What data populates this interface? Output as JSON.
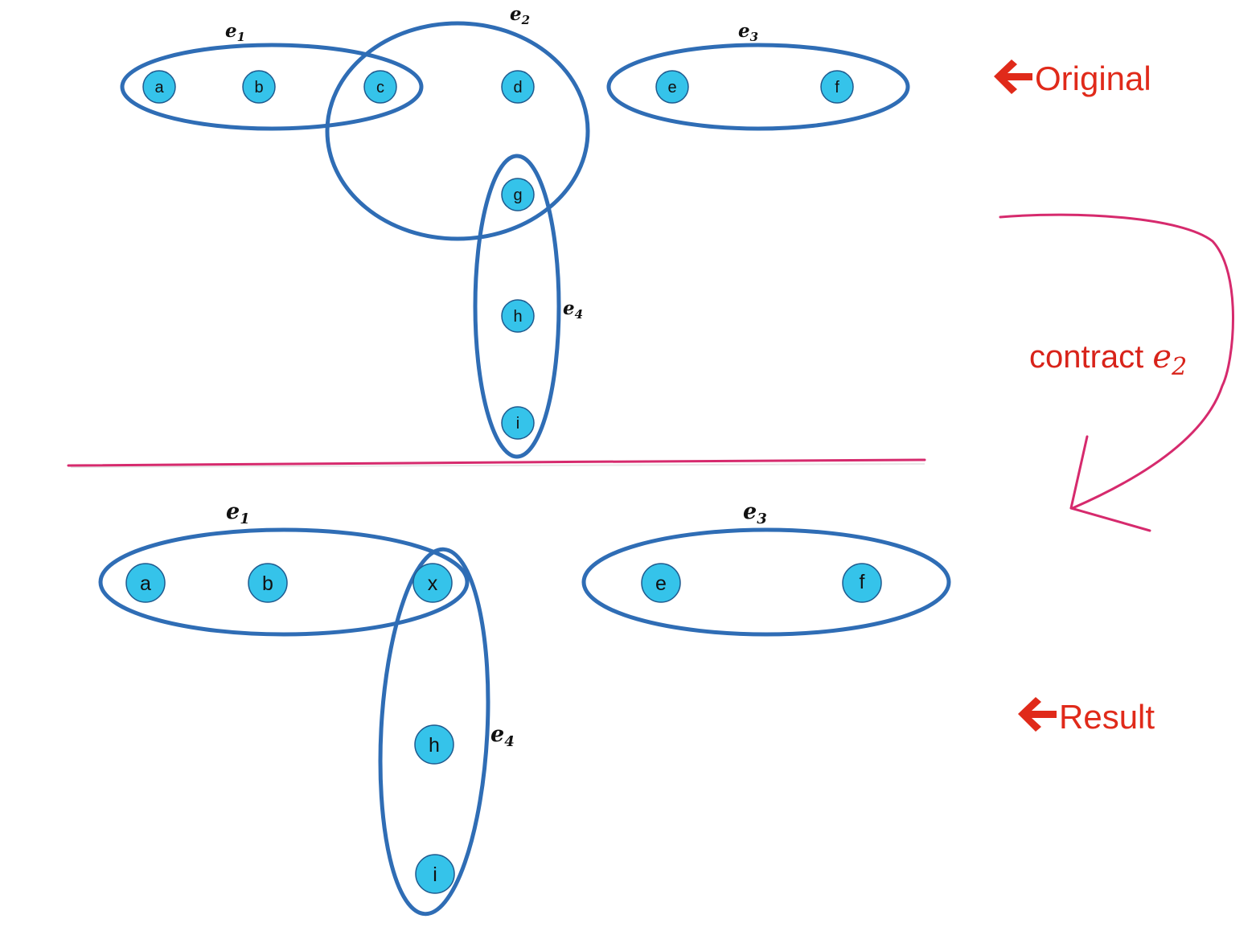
{
  "original": {
    "label": "Original",
    "arrow_icon": "left-arrow-icon",
    "nodes": [
      "a",
      "b",
      "c",
      "d",
      "e",
      "f",
      "g",
      "h",
      "i"
    ],
    "edges": [
      {
        "letter": "e",
        "index": "1"
      },
      {
        "letter": "e",
        "index": "2"
      },
      {
        "letter": "e",
        "index": "3"
      },
      {
        "letter": "e",
        "index": "4"
      }
    ]
  },
  "operation": {
    "text": "contract ",
    "var_letter": "e",
    "var_index": "2"
  },
  "result": {
    "label": "Result",
    "arrow_icon": "left-arrow-icon",
    "nodes": [
      "a",
      "b",
      "x",
      "e",
      "f",
      "h",
      "i"
    ],
    "edges": [
      {
        "letter": "e",
        "index": "1"
      },
      {
        "letter": "e",
        "index": "3"
      },
      {
        "letter": "e",
        "index": "4"
      }
    ]
  },
  "colors": {
    "hyperedge": "#2f6db5",
    "node_fill": "#35c3ea",
    "annotation": "#e02a1a",
    "ink": "#d62a6d"
  }
}
